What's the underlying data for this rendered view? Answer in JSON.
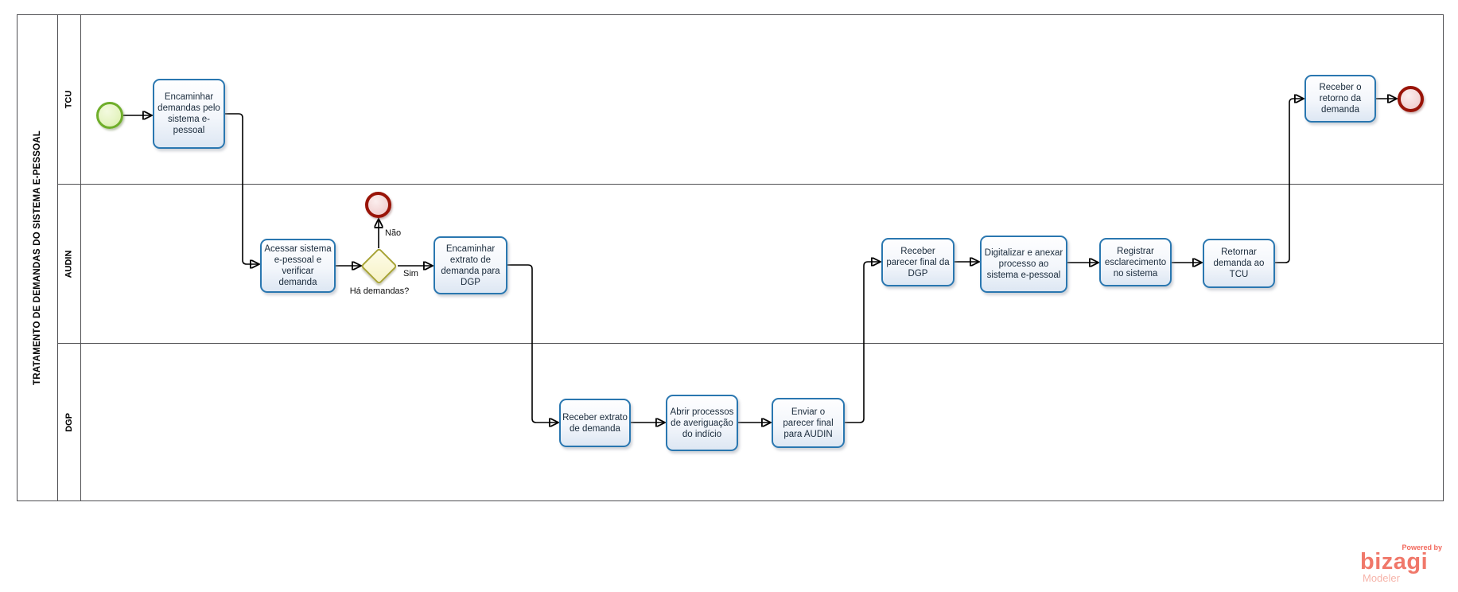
{
  "pool": {
    "title": "TRATAMENTO DE DEMANDAS DO SISTEMA E-PESSOAL",
    "lanes": [
      {
        "id": "tcu",
        "label": "TCU"
      },
      {
        "id": "audin",
        "label": "AUDIN"
      },
      {
        "id": "dgp",
        "label": "DGP"
      }
    ]
  },
  "tasks": {
    "encaminhar_demandas": "Encaminhar demandas pelo sistema e-pessoal",
    "acessar_sistema": "Acessar sistema e-pessoal  e verificar demanda",
    "encaminhar_extrato": "Encaminhar extrato de demanda para DGP",
    "receber_extrato": "Receber extrato de demanda",
    "abrir_processos": "Abrir processos de averiguação do indício",
    "enviar_parecer": "Enviar o parecer final para AUDIN",
    "receber_parecer": "Receber parecer final da DGP",
    "digitalizar_anexar": "Digitalizar e anexar processo ao sistema e-pessoal",
    "registrar_esclarecimento": "Registrar esclarecimento no sistema",
    "retornar_demanda": "Retornar demanda ao TCU",
    "receber_retorno": "Receber o retorno da demanda"
  },
  "gateway": {
    "label": "Há demandas?",
    "yes": "Sim",
    "no": "Não"
  },
  "events": {
    "start": {
      "lane": "tcu",
      "type": "start"
    },
    "end_audin": {
      "lane": "audin",
      "type": "end"
    },
    "end_tcu": {
      "lane": "tcu",
      "type": "end"
    }
  },
  "flows": [
    {
      "from": "start",
      "to": "encaminhar_demandas"
    },
    {
      "from": "encaminhar_demandas",
      "to": "acessar_sistema"
    },
    {
      "from": "acessar_sistema",
      "to": "gateway"
    },
    {
      "from": "gateway",
      "to": "end_audin",
      "label": "Não"
    },
    {
      "from": "gateway",
      "to": "encaminhar_extrato",
      "label": "Sim"
    },
    {
      "from": "encaminhar_extrato",
      "to": "receber_extrato"
    },
    {
      "from": "receber_extrato",
      "to": "abrir_processos"
    },
    {
      "from": "abrir_processos",
      "to": "enviar_parecer"
    },
    {
      "from": "enviar_parecer",
      "to": "receber_parecer"
    },
    {
      "from": "receber_parecer",
      "to": "digitalizar_anexar"
    },
    {
      "from": "digitalizar_anexar",
      "to": "registrar_esclarecimento"
    },
    {
      "from": "registrar_esclarecimento",
      "to": "retornar_demanda"
    },
    {
      "from": "retornar_demanda",
      "to": "receber_retorno"
    },
    {
      "from": "receber_retorno",
      "to": "end_tcu"
    }
  ],
  "branding": {
    "powered_by": "Powered by",
    "brand": "bizagi",
    "product": "Modeler"
  },
  "colors": {
    "task_border": "#2a77b0",
    "task_fill": "#dde7f3",
    "start_event": "#6fae2a",
    "end_event": "#991408",
    "gateway": "#a8a437",
    "lane_line": "#4f4f52",
    "flow_line": "#000000",
    "brand": "#f0786a",
    "brand_light": "#f6b4aa"
  }
}
